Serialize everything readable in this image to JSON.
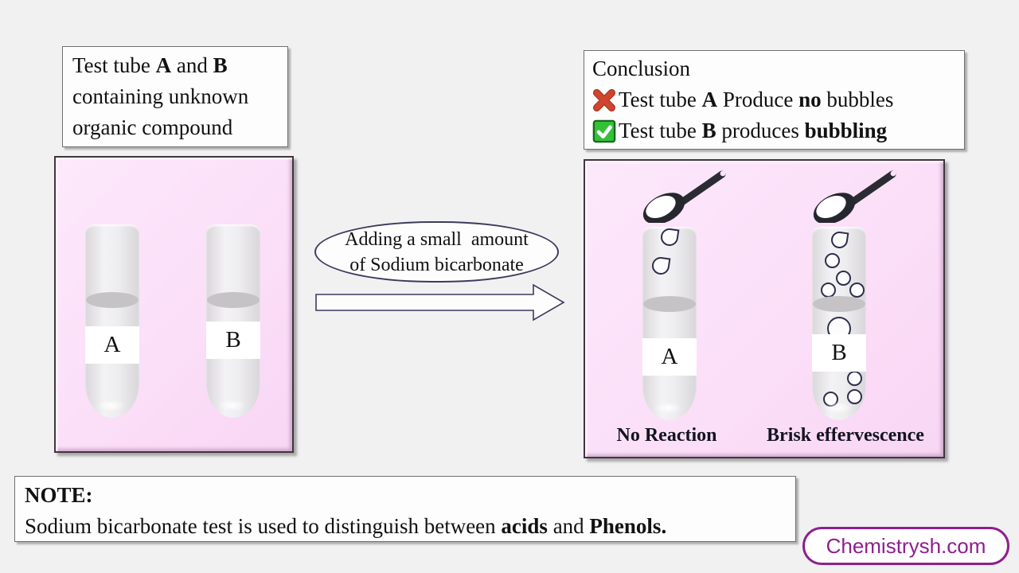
{
  "title_box": {
    "lines": [
      [
        {
          "t": "Test tube "
        },
        {
          "t": "A",
          "b": true
        },
        {
          "t": " and "
        },
        {
          "t": "B",
          "b": true
        }
      ],
      [
        {
          "t": "containing unknown"
        }
      ],
      [
        {
          "t": "organic compound"
        }
      ]
    ]
  },
  "conclusion_box": {
    "title": "Conclusion",
    "items": [
      {
        "icon": "cross-icon",
        "segments": [
          {
            "t": "Test tube "
          },
          {
            "t": "A",
            "b": true
          },
          {
            "t": " Produce "
          },
          {
            "t": "no",
            "b": true
          },
          {
            "t": " bubbles"
          }
        ]
      },
      {
        "icon": "check-icon",
        "segments": [
          {
            "t": "Test tube "
          },
          {
            "t": "B",
            "b": true
          },
          {
            "t": " produces "
          },
          {
            "t": "bubbling",
            "b": true
          }
        ]
      }
    ]
  },
  "action_bubble": {
    "lines": [
      "Adding a small  amount",
      "of Sodium bicarbonate"
    ]
  },
  "left_panel": {
    "tubes": [
      {
        "label": "A"
      },
      {
        "label": "B"
      }
    ]
  },
  "right_panel": {
    "tubes": [
      {
        "label": "A",
        "caption": "No Reaction"
      },
      {
        "label": "B",
        "caption": "Brisk effervescence"
      }
    ]
  },
  "note_box": {
    "lines": [
      [
        {
          "t": "NOTE:",
          "b": true
        }
      ],
      [
        {
          "t": "Sodium bicarbonate test is used to distinguish between "
        },
        {
          "t": "acids",
          "b": true
        },
        {
          "t": " and "
        },
        {
          "t": "Phenols.",
          "b": true
        }
      ]
    ]
  },
  "watermark": {
    "text": "Chemistrysh.com"
  },
  "colors": {
    "background": "#f1f1f2",
    "panel_pink": "#fbdef8",
    "outline_navy": "#3b3b5e",
    "cross_red": "#d0452e",
    "check_green": "#33c13a",
    "watermark_purple": "#8e1f90",
    "liquid_gray": "#c5c3c6"
  }
}
